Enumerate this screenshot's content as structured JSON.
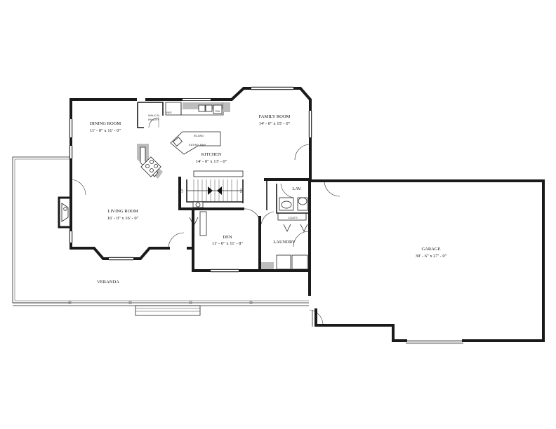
{
  "rooms": {
    "dining": {
      "name": "DINING ROOM",
      "size": "11' - 0\" x 11' - 0\""
    },
    "kitchen": {
      "name": "KITCHEN",
      "size": "14' - 0\" x 13' - 0\""
    },
    "family": {
      "name": "FAMILY ROOM",
      "size": "14' - 0\" x 15' - 0\""
    },
    "living": {
      "name": "LIVING ROOM",
      "size": "16' - 0\" x 16' - 0\""
    },
    "den": {
      "name": "DEN",
      "size": "11' - 0\" x 11' - 8\""
    },
    "garage": {
      "name": "GARAGE",
      "size": "39' - 6\" x 27' - 0\""
    },
    "laundry": {
      "name": "LAUNDRY"
    },
    "lav": {
      "name": "LAV."
    },
    "veranda": {
      "name": "VERANDA"
    }
  },
  "small_labels": {
    "walk_in_pantry_1": "WALK IN",
    "walk_in_pantry_2": "PANTRY",
    "ref": "REF",
    "dw": "DW",
    "island": "ISLAND",
    "eating_bar": "EATING BAR",
    "coats": "COATS",
    "up": "UP",
    "down": "DN"
  }
}
